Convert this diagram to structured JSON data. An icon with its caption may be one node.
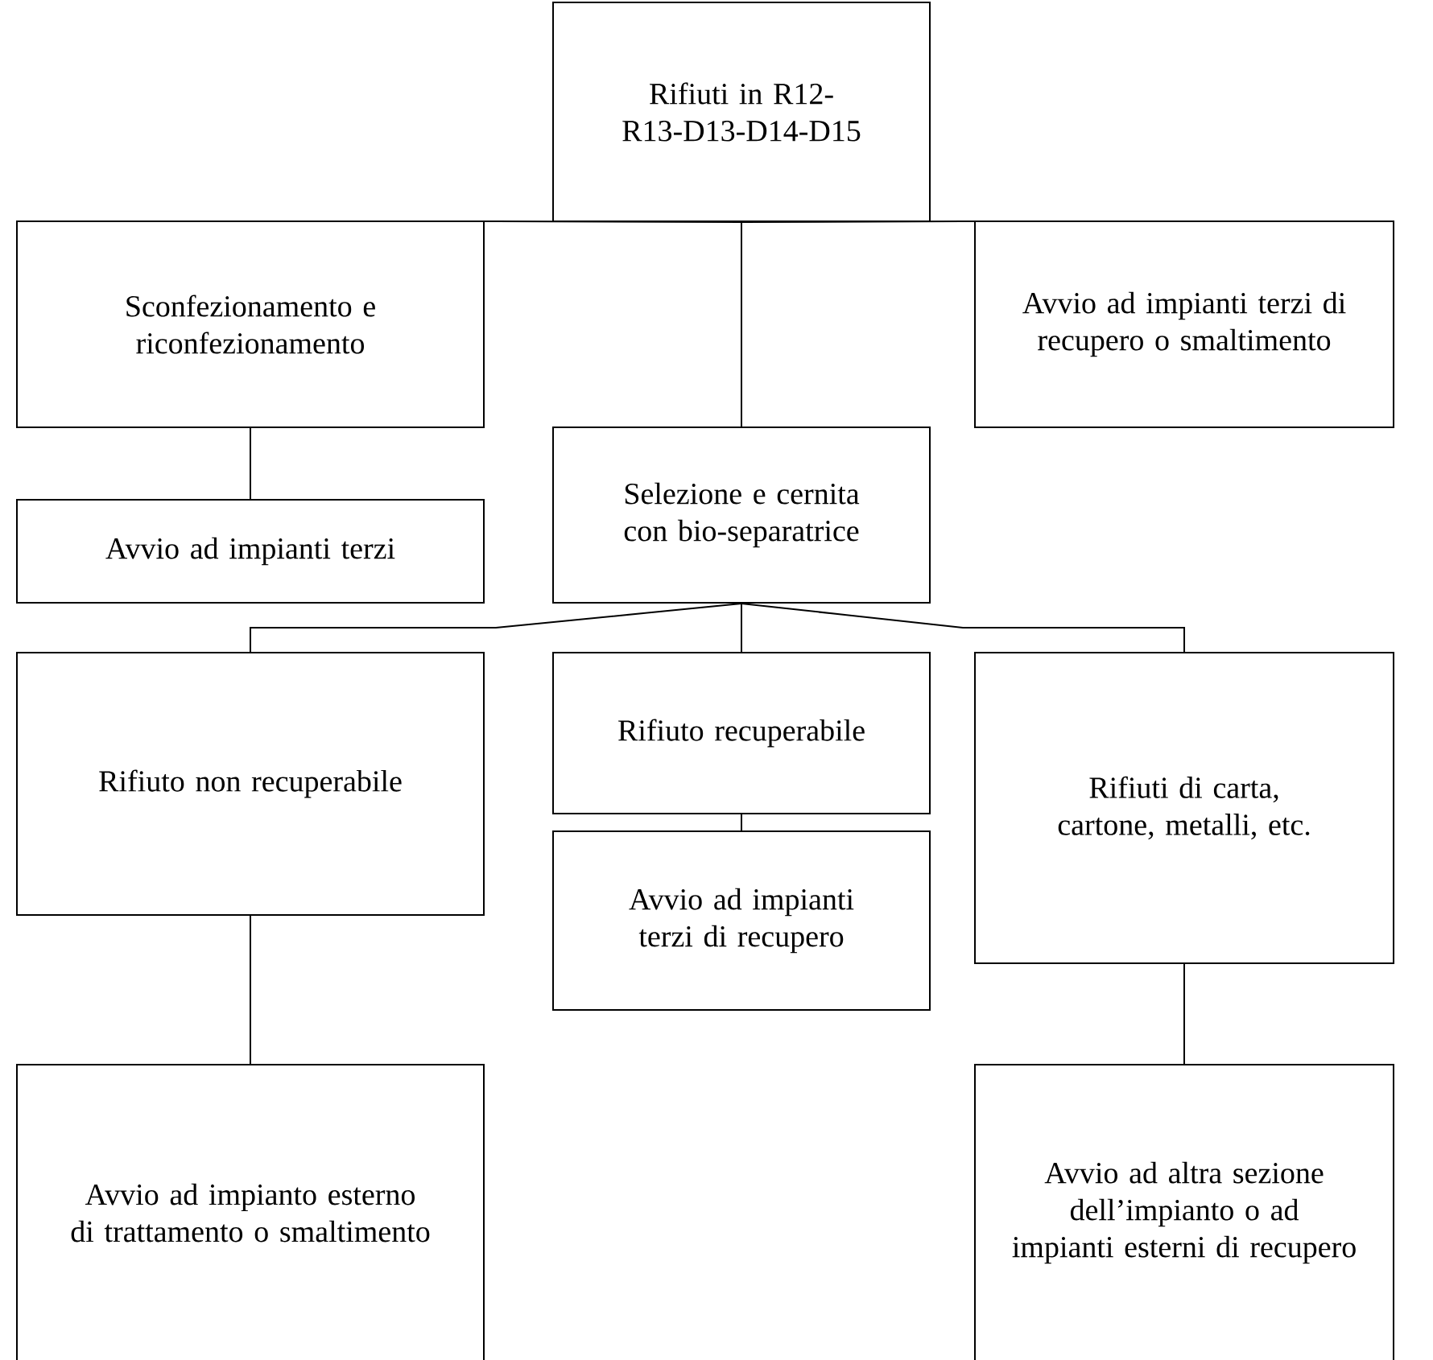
{
  "diagram": {
    "nodes": [
      {
        "text": [
          "Rifiuti in R12-R13-D13-D14-D15"
        ]
      },
      {
        "text": [
          "Sconfezionamento e riconfezionamento"
        ]
      },
      {
        "text": [
          "Avvio ad impianti terzi di recupero o smaltimento"
        ]
      },
      {
        "text": [
          "Selezione e cernita con bio-separatrice"
        ]
      },
      {
        "text": [
          "Avvio ad impianti terzi"
        ]
      },
      {
        "text": [
          "Rifiuto non recuperabile"
        ]
      },
      {
        "text": [
          "Rifiuto recuperabile"
        ]
      },
      {
        "text": [
          "Rifiuti di carta, cartone, metalli, etc."
        ]
      },
      {
        "text": [
          "Avvio ad impianti terzi di recupero"
        ]
      },
      {
        "text": [
          "Avvio ad impianto esterno di trattamento o smaltimento"
        ]
      },
      {
        "text": [
          "Avvio ad altra sezione dell’impianto o ad impianti esterni di recupero"
        ]
      }
    ],
    "edges": [
      {
        "from": 0,
        "to": 2,
        "arrow": "none"
      },
      {
        "from": 0,
        "to": 3,
        "arrow": "none"
      },
      {
        "from": 0,
        "to": 1,
        "arrow": "none"
      },
      {
        "from": 1,
        "to": 4,
        "arrow": "none"
      },
      {
        "from": 3,
        "to": 5,
        "arrow": "none"
      },
      {
        "from": 3,
        "to": 6,
        "arrow": "none"
      },
      {
        "from": 3,
        "to": 7,
        "arrow": "none"
      },
      {
        "from": 6,
        "to": 8,
        "arrow": "none"
      },
      {
        "from": 5,
        "to": 9,
        "arrow": "none"
      },
      {
        "from": 7,
        "to": 10,
        "arrow": "none"
      }
    ]
  }
}
